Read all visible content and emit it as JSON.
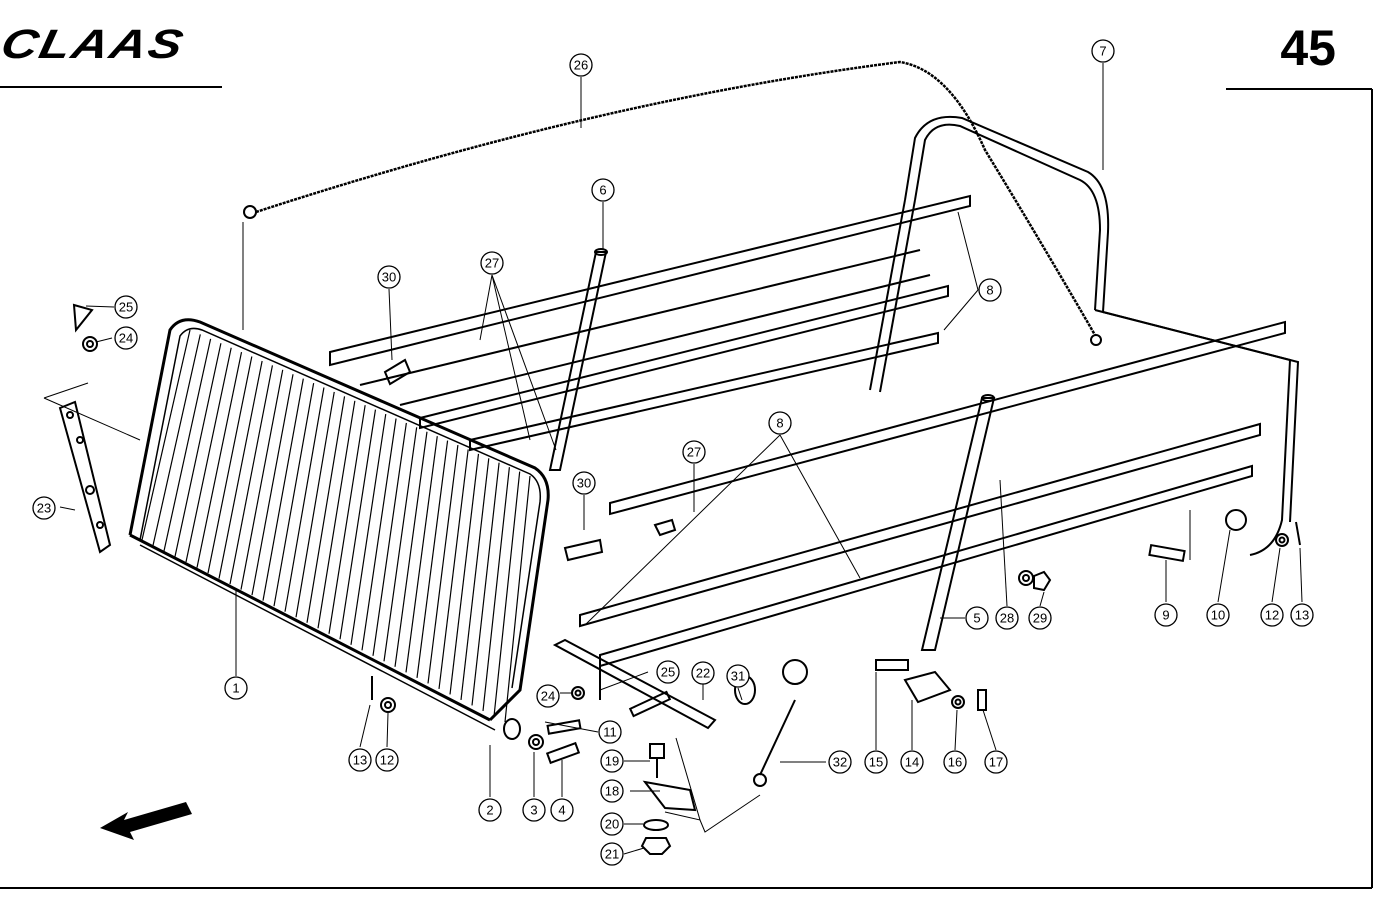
{
  "header": {
    "brand": "CLAAS",
    "page_number": "45"
  },
  "colors": {
    "ink": "#000000",
    "paper": "#ffffff"
  },
  "callouts": [
    {
      "id": "c1",
      "label": "1"
    },
    {
      "id": "c2",
      "label": "2"
    },
    {
      "id": "c3",
      "label": "3"
    },
    {
      "id": "c4",
      "label": "4"
    },
    {
      "id": "c5",
      "label": "5"
    },
    {
      "id": "c6",
      "label": "6"
    },
    {
      "id": "c7",
      "label": "7"
    },
    {
      "id": "c8a",
      "label": "8"
    },
    {
      "id": "c8b",
      "label": "8"
    },
    {
      "id": "c9",
      "label": "9"
    },
    {
      "id": "c10",
      "label": "10"
    },
    {
      "id": "c11",
      "label": "11"
    },
    {
      "id": "c12a",
      "label": "12"
    },
    {
      "id": "c12b",
      "label": "12"
    },
    {
      "id": "c13a",
      "label": "13"
    },
    {
      "id": "c13b",
      "label": "13"
    },
    {
      "id": "c14",
      "label": "14"
    },
    {
      "id": "c15",
      "label": "15"
    },
    {
      "id": "c16",
      "label": "16"
    },
    {
      "id": "c17",
      "label": "17"
    },
    {
      "id": "c18",
      "label": "18"
    },
    {
      "id": "c19",
      "label": "19"
    },
    {
      "id": "c20",
      "label": "20"
    },
    {
      "id": "c21",
      "label": "21"
    },
    {
      "id": "c22",
      "label": "22"
    },
    {
      "id": "c23",
      "label": "23"
    },
    {
      "id": "c24a",
      "label": "24"
    },
    {
      "id": "c24b",
      "label": "24"
    },
    {
      "id": "c25a",
      "label": "25"
    },
    {
      "id": "c25b",
      "label": "25"
    },
    {
      "id": "c26",
      "label": "26"
    },
    {
      "id": "c27a",
      "label": "27"
    },
    {
      "id": "c27b",
      "label": "27"
    },
    {
      "id": "c28",
      "label": "28"
    },
    {
      "id": "c29",
      "label": "29"
    },
    {
      "id": "c30a",
      "label": "30"
    },
    {
      "id": "c30b",
      "label": "30"
    },
    {
      "id": "c31",
      "label": "31"
    },
    {
      "id": "c32",
      "label": "32"
    }
  ],
  "direction_arrow": {
    "icon": "direction-arrow-icon"
  }
}
